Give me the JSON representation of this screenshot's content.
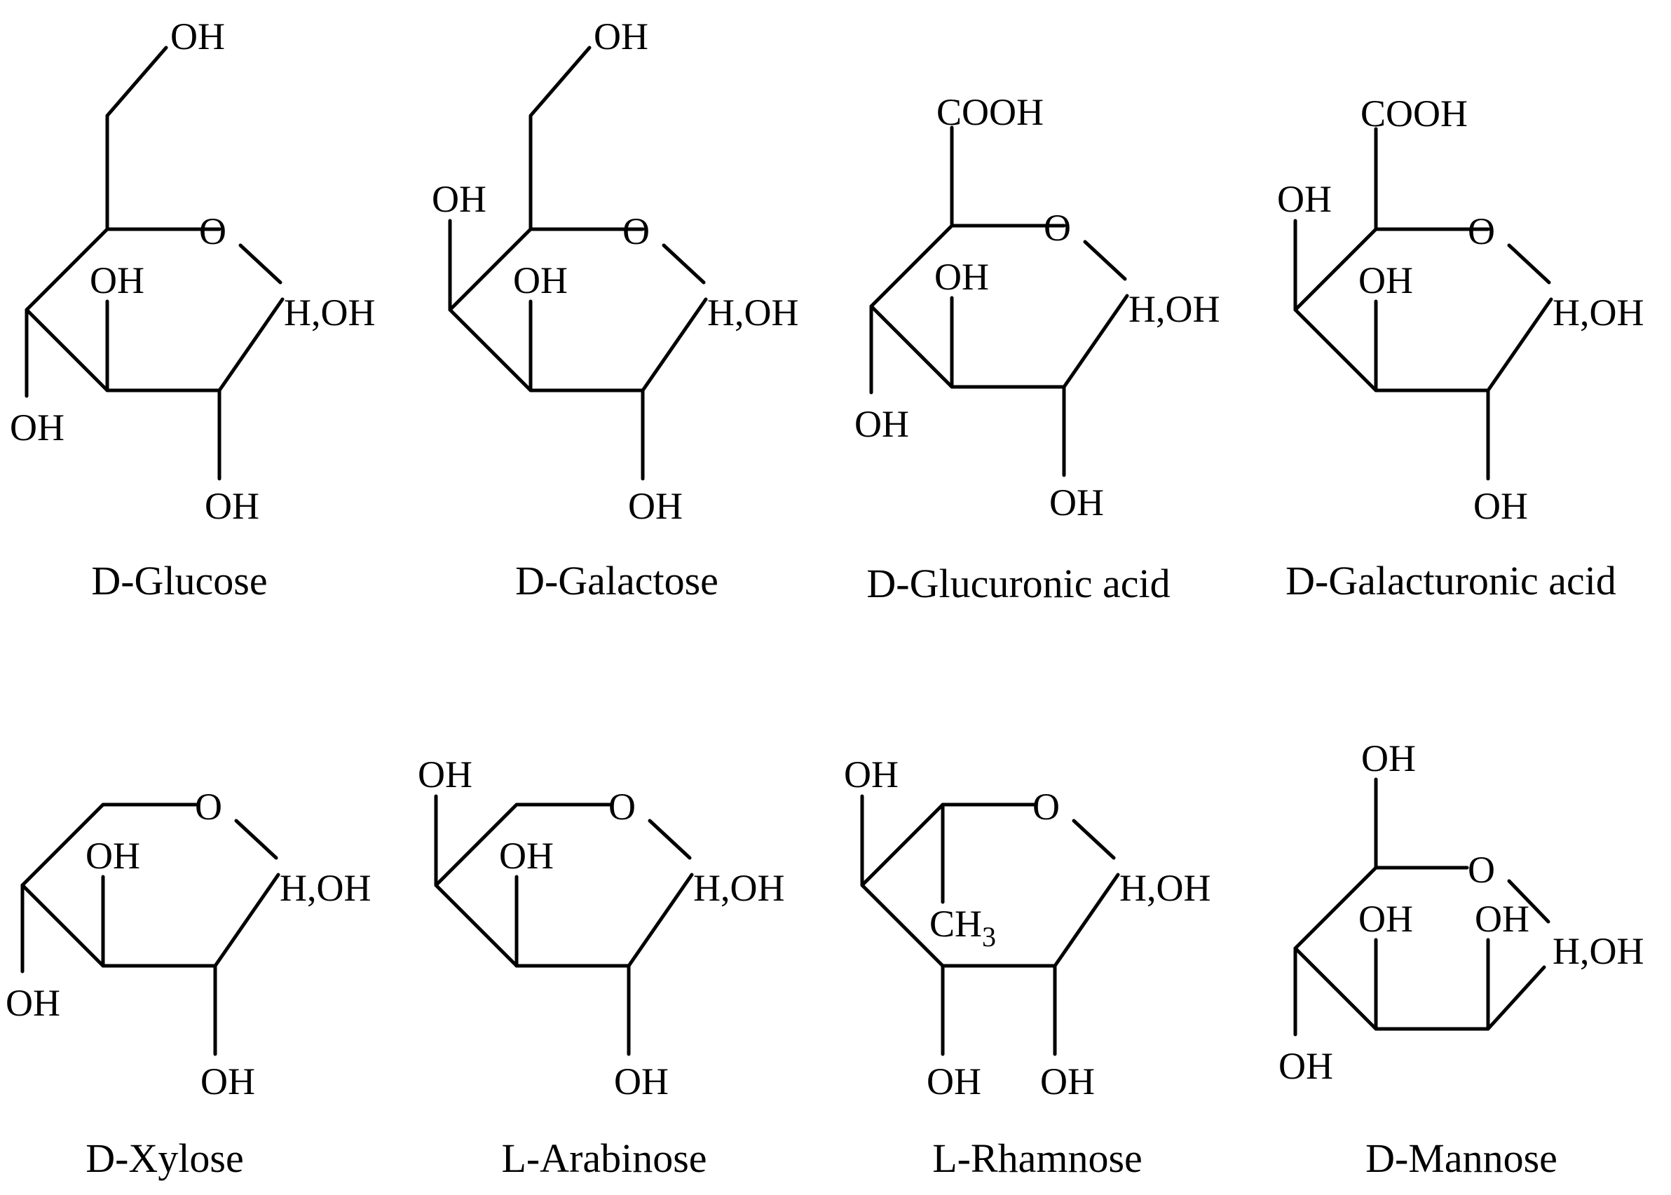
{
  "molecules": [
    {
      "name": "D-Glucose",
      "labels": {
        "o": "O",
        "top": "OH",
        "inner": "OH",
        "c1": "H,OH",
        "left": "OH",
        "bottom": "OH"
      }
    },
    {
      "name": "D-Galactose",
      "labels": {
        "o": "O",
        "top": "OH",
        "c4up": "OH",
        "inner": "OH",
        "c1": "H,OH",
        "bottom": "OH"
      }
    },
    {
      "name": "D-Glucuronic acid",
      "labels": {
        "o": "O",
        "top": "COOH",
        "inner": "OH",
        "c1": "H,OH",
        "left": "OH",
        "bottom": "OH"
      }
    },
    {
      "name": "D-Galacturonic acid",
      "labels": {
        "o": "O",
        "top": "COOH",
        "c4up": "OH",
        "inner": "OH",
        "c1": "H,OH",
        "bottom": "OH"
      }
    },
    {
      "name": "D-Xylose",
      "labels": {
        "o": "O",
        "inner": "OH",
        "c1": "H,OH",
        "left": "OH",
        "bottom": "OH"
      }
    },
    {
      "name": "L-Arabinose",
      "labels": {
        "o": "O",
        "c4up": "OH",
        "inner": "OH",
        "c1": "H,OH",
        "bottom": "OH"
      }
    },
    {
      "name": "L-Rhamnose",
      "labels": {
        "o": "O",
        "c4up": "OH",
        "methyl": "CH",
        "methyl_sub": "3",
        "c1": "H,OH",
        "c3down": "OH",
        "bottom": "OH"
      }
    },
    {
      "name": "D-Mannose",
      "labels": {
        "o": "O",
        "top": "OH",
        "inner": "OH",
        "inner2": "OH",
        "c1": "H,OH",
        "left": "OH"
      }
    }
  ]
}
